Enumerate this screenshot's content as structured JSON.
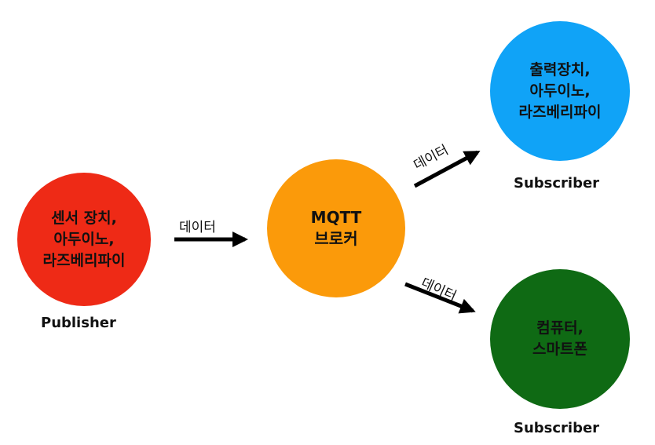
{
  "colors": {
    "publisher": "#ee2a16",
    "broker": "#fb9a0a",
    "subscriber_1": "#10a3f7",
    "subscriber_2": "#0f6a14",
    "arrow": "#000000"
  },
  "publisher": {
    "lines": [
      "센서 장치,",
      "아두이노,",
      "라즈베리파이"
    ],
    "role": "Publisher"
  },
  "broker": {
    "lines": [
      "MQTT",
      "브로커"
    ]
  },
  "subscriber_1": {
    "lines": [
      "출력장치,",
      "아두이노,",
      "라즈베리파이"
    ],
    "role": "Subscriber"
  },
  "subscriber_2": {
    "lines": [
      "컴퓨터,",
      "스마트폰"
    ],
    "role": "Subscriber"
  },
  "edges": [
    {
      "label": "데이터"
    },
    {
      "label": "데이터"
    },
    {
      "label": "데이터"
    }
  ]
}
